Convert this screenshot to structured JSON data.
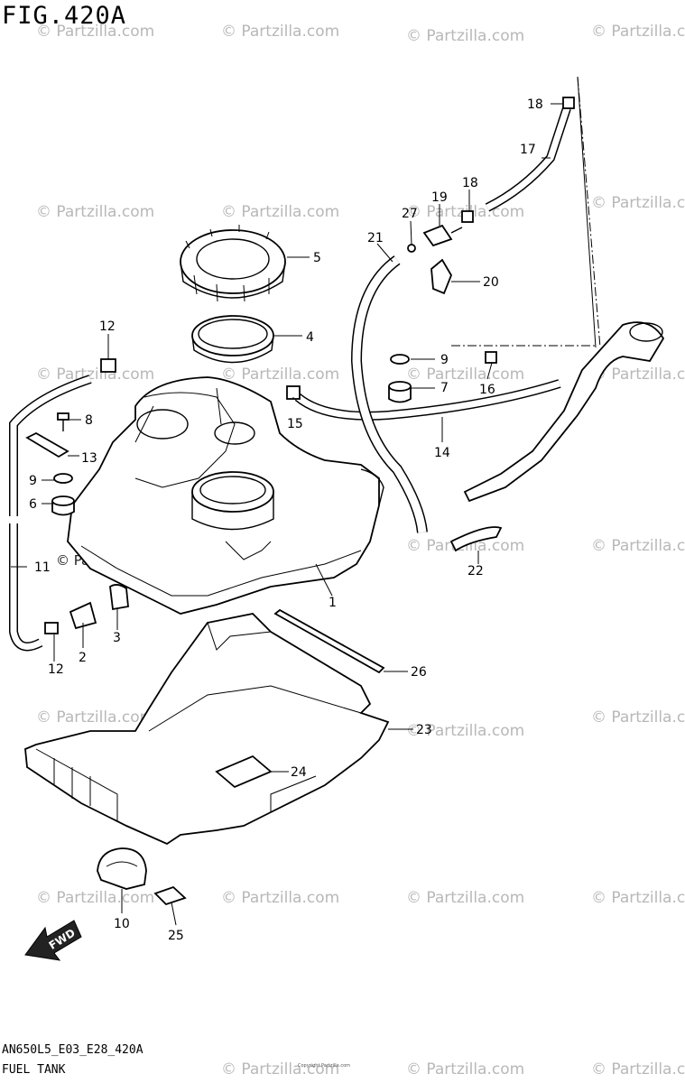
{
  "figure": {
    "title": "FIG.420A",
    "code": "AN650L5_E03_E28_420A",
    "caption": "FUEL TANK",
    "fine_print": "Copyright Partzilla.com"
  },
  "watermark": {
    "text": "© Partzilla.com",
    "inline_text": "© Partzilla.com"
  },
  "fwd_arrow": {
    "label": "FWD"
  },
  "callouts": [
    {
      "id": "c1",
      "label": "1"
    },
    {
      "id": "c2",
      "label": "2"
    },
    {
      "id": "c3",
      "label": "3"
    },
    {
      "id": "c4",
      "label": "4"
    },
    {
      "id": "c5",
      "label": "5"
    },
    {
      "id": "c6",
      "label": "6"
    },
    {
      "id": "c7",
      "label": "7"
    },
    {
      "id": "c8",
      "label": "8"
    },
    {
      "id": "c9a",
      "label": "9"
    },
    {
      "id": "c9b",
      "label": "9"
    },
    {
      "id": "c10",
      "label": "10"
    },
    {
      "id": "c11",
      "label": "11"
    },
    {
      "id": "c12a",
      "label": "12"
    },
    {
      "id": "c12b",
      "label": "12"
    },
    {
      "id": "c13",
      "label": "13"
    },
    {
      "id": "c14",
      "label": "14"
    },
    {
      "id": "c15",
      "label": "15"
    },
    {
      "id": "c16",
      "label": "16"
    },
    {
      "id": "c17",
      "label": "17"
    },
    {
      "id": "c18a",
      "label": "18"
    },
    {
      "id": "c18b",
      "label": "18"
    },
    {
      "id": "c19",
      "label": "19"
    },
    {
      "id": "c20",
      "label": "20"
    },
    {
      "id": "c21",
      "label": "21"
    },
    {
      "id": "c22",
      "label": "22"
    },
    {
      "id": "c23",
      "label": "23"
    },
    {
      "id": "c24",
      "label": "24"
    },
    {
      "id": "c25",
      "label": "25"
    },
    {
      "id": "c26",
      "label": "26"
    },
    {
      "id": "c27",
      "label": "27"
    }
  ]
}
